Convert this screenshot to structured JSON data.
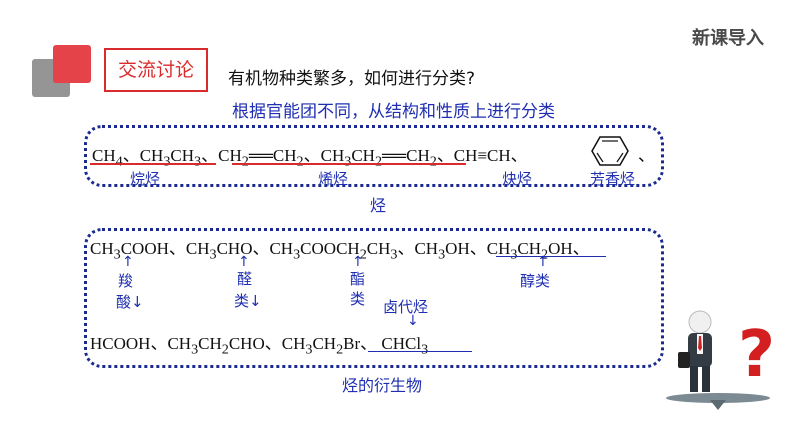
{
  "header": {
    "corner_title": "新课导入",
    "tag_label": "交流讨论"
  },
  "question": "有机物种类繁多，如何进行分类?",
  "answer": "根据官能团不同，从结构和性质上进行分类",
  "hydrocarbons": {
    "formula_line": "CH4、CH3CH3、CH2═CH2、CH3CH2═CH2、CH≡CH、",
    "trailing_mark": "、",
    "labels": [
      "烷烃",
      "烯烃",
      "炔烃",
      "芳香烃"
    ],
    "group_title": "烃"
  },
  "derivatives": {
    "line1": "CH3COOH、CH3CHO、CH3COOCH2CH3、CH3OH、CH3CH2OH、",
    "line2": "HCOOH、CH3CH2CHO、CH3CH2Br、CHCl3",
    "labels": {
      "acid_1": "羧",
      "acid_2": "酸↓",
      "aldehyde_1": "醛",
      "aldehyde_2": "类↓",
      "ester_1": "酯",
      "ester_2": "类",
      "alcohol": "醇类",
      "halide": "卤代烃"
    },
    "group_title": "烃的衍生物"
  },
  "icons": [
    "decor-squares-icon",
    "benzene-ring-icon",
    "thinking-person-icon",
    "question-mark-icon"
  ]
}
